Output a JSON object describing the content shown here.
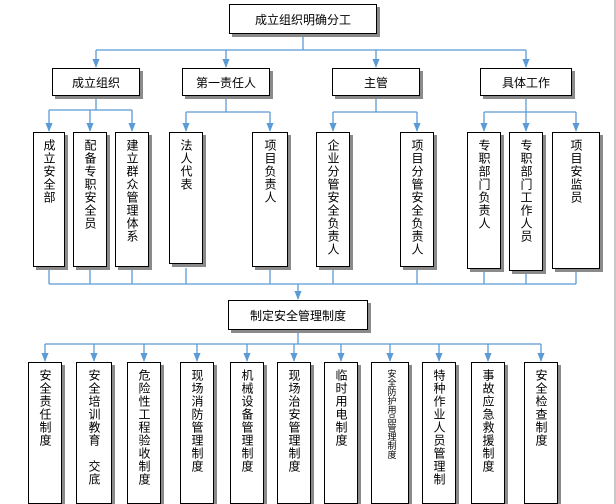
{
  "chart": {
    "title": "成立组织明确分工",
    "groups": [
      {
        "label": "成立组织",
        "members": [
          "成立安全部",
          "配备专职安全员",
          "建立群众管理体系"
        ]
      },
      {
        "label": "第一责任人",
        "members": [
          "法人代表",
          "项目负责人"
        ]
      },
      {
        "label": "主管",
        "members": [
          "企业分管安全负责人",
          "项目分管安全负责人"
        ]
      },
      {
        "label": "具体工作",
        "members": [
          "专职部门负责人",
          "专职部门工作人员",
          "项目安监员"
        ]
      }
    ],
    "policy_title": "制定安全管理制度",
    "policies": [
      "安全责任制度",
      "安全培训教育　交底",
      "危险性工程验收制度",
      "现场消防管理制度",
      "机械设备管理制度",
      "现场治安管理制度",
      "临时用电制度",
      "安全防护用品管理制度",
      "特种作业人员管理制",
      "事故应急救援制度",
      "安全检查制度"
    ]
  },
  "colors": {
    "connector": "#5b9bd5",
    "border": "#000000",
    "shadow": "#8a8a8a"
  }
}
